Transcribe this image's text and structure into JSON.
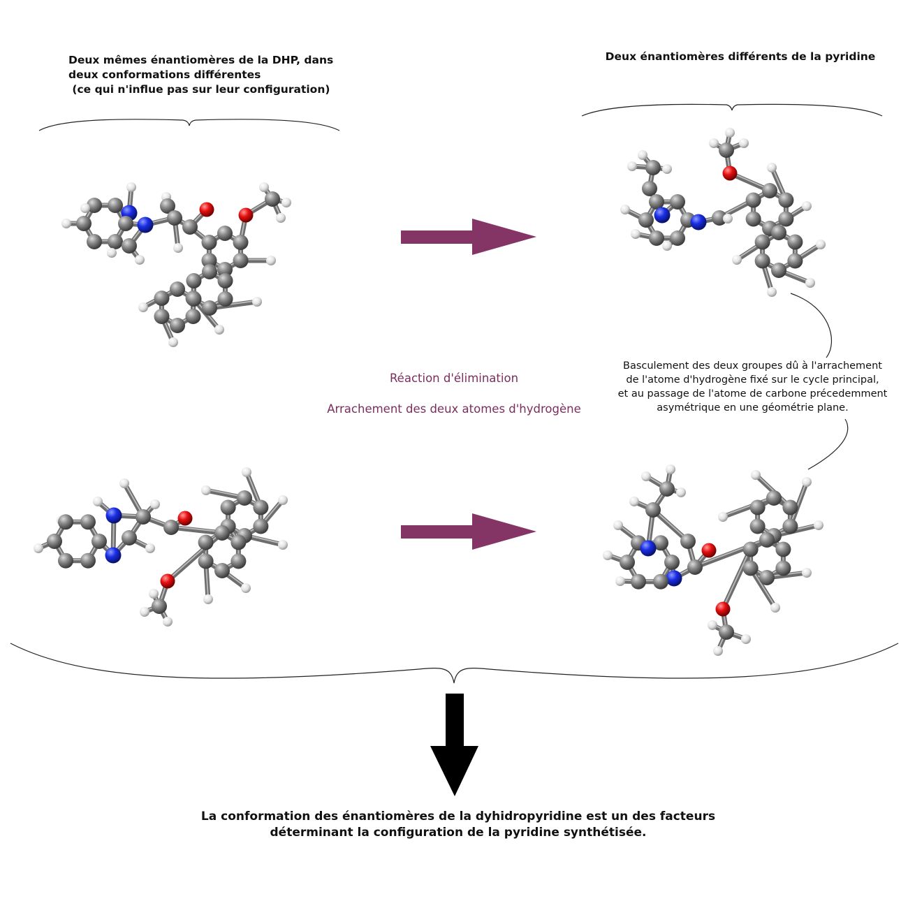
{
  "header": {
    "left_title_lines": [
      "Deux mêmes énantiomères de la DHP, dans",
      "deux conformations différentes",
      " (ce qui n'influe pas sur leur configuration)"
    ],
    "right_title": "Deux énantiomères différents de la pyridine"
  },
  "reaction": {
    "line1": "Réaction d'élimination",
    "line2": "Arrachement des deux atomes d'hydrogène",
    "arrow_color": "#853466"
  },
  "note": {
    "lines": [
      "Basculement des deux groupes dû à l'arrachement",
      "de l'atome d'hydrogène fixé sur le cycle principal,",
      "et au passage de l'atome de carbone précedemment",
      "asymétrique en une géométrie plane."
    ]
  },
  "conclusion": {
    "lines": [
      "La conformation des énantiomères de la dyhidropyridine est un des facteurs",
      "déterminant la configuration de la pyridine synthétisée."
    ]
  },
  "colors": {
    "carbon": "#7a7a7a",
    "hydrogen": "#e8e8e8",
    "nitrogen": "#1a2ee6",
    "oxygen": "#e81010",
    "down_arrow": "#000000"
  },
  "molecules": [
    {
      "name": "dhp-conformation-1"
    },
    {
      "name": "dhp-conformation-2"
    },
    {
      "name": "pyridine-enantiomer-1"
    },
    {
      "name": "pyridine-enantiomer-2"
    }
  ]
}
